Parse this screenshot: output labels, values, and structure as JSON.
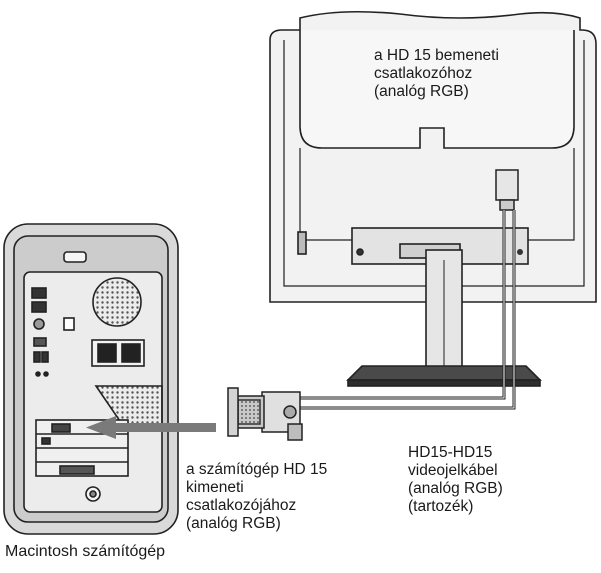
{
  "labels": {
    "monitor_input": [
      "a HD 15 bemeneti",
      "csatlakozóhoz",
      "(analóg RGB)"
    ],
    "computer_output": [
      "a számítógép HD 15",
      "kimeneti",
      "csatlakozójához",
      "(analóg RGB)"
    ],
    "cable": [
      "HD15-HD15",
      "videojelkábel",
      "(analóg RGB)",
      "(tartozék)"
    ],
    "computer_name": "Macintosh számítógép"
  },
  "colors": {
    "line": "#222222",
    "monitor_fill": "#f2f2f2",
    "computer_fill": "#d9d9d9",
    "computer_inner": "#ececec",
    "arrow": "#7a7a7a"
  }
}
